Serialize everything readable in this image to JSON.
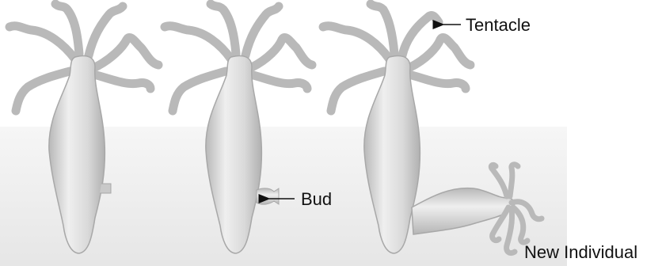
{
  "labels": {
    "tentacle": "Tentacle",
    "bud": "Bud",
    "new_individual": "New Individual"
  },
  "colors": {
    "background_top": "#ffffff",
    "background_bottom": "#e9e9e9",
    "body_light": "#ededed",
    "body_mid": "#d2d2d2",
    "body_dark": "#b3b3b3",
    "label_text": "#111111"
  }
}
